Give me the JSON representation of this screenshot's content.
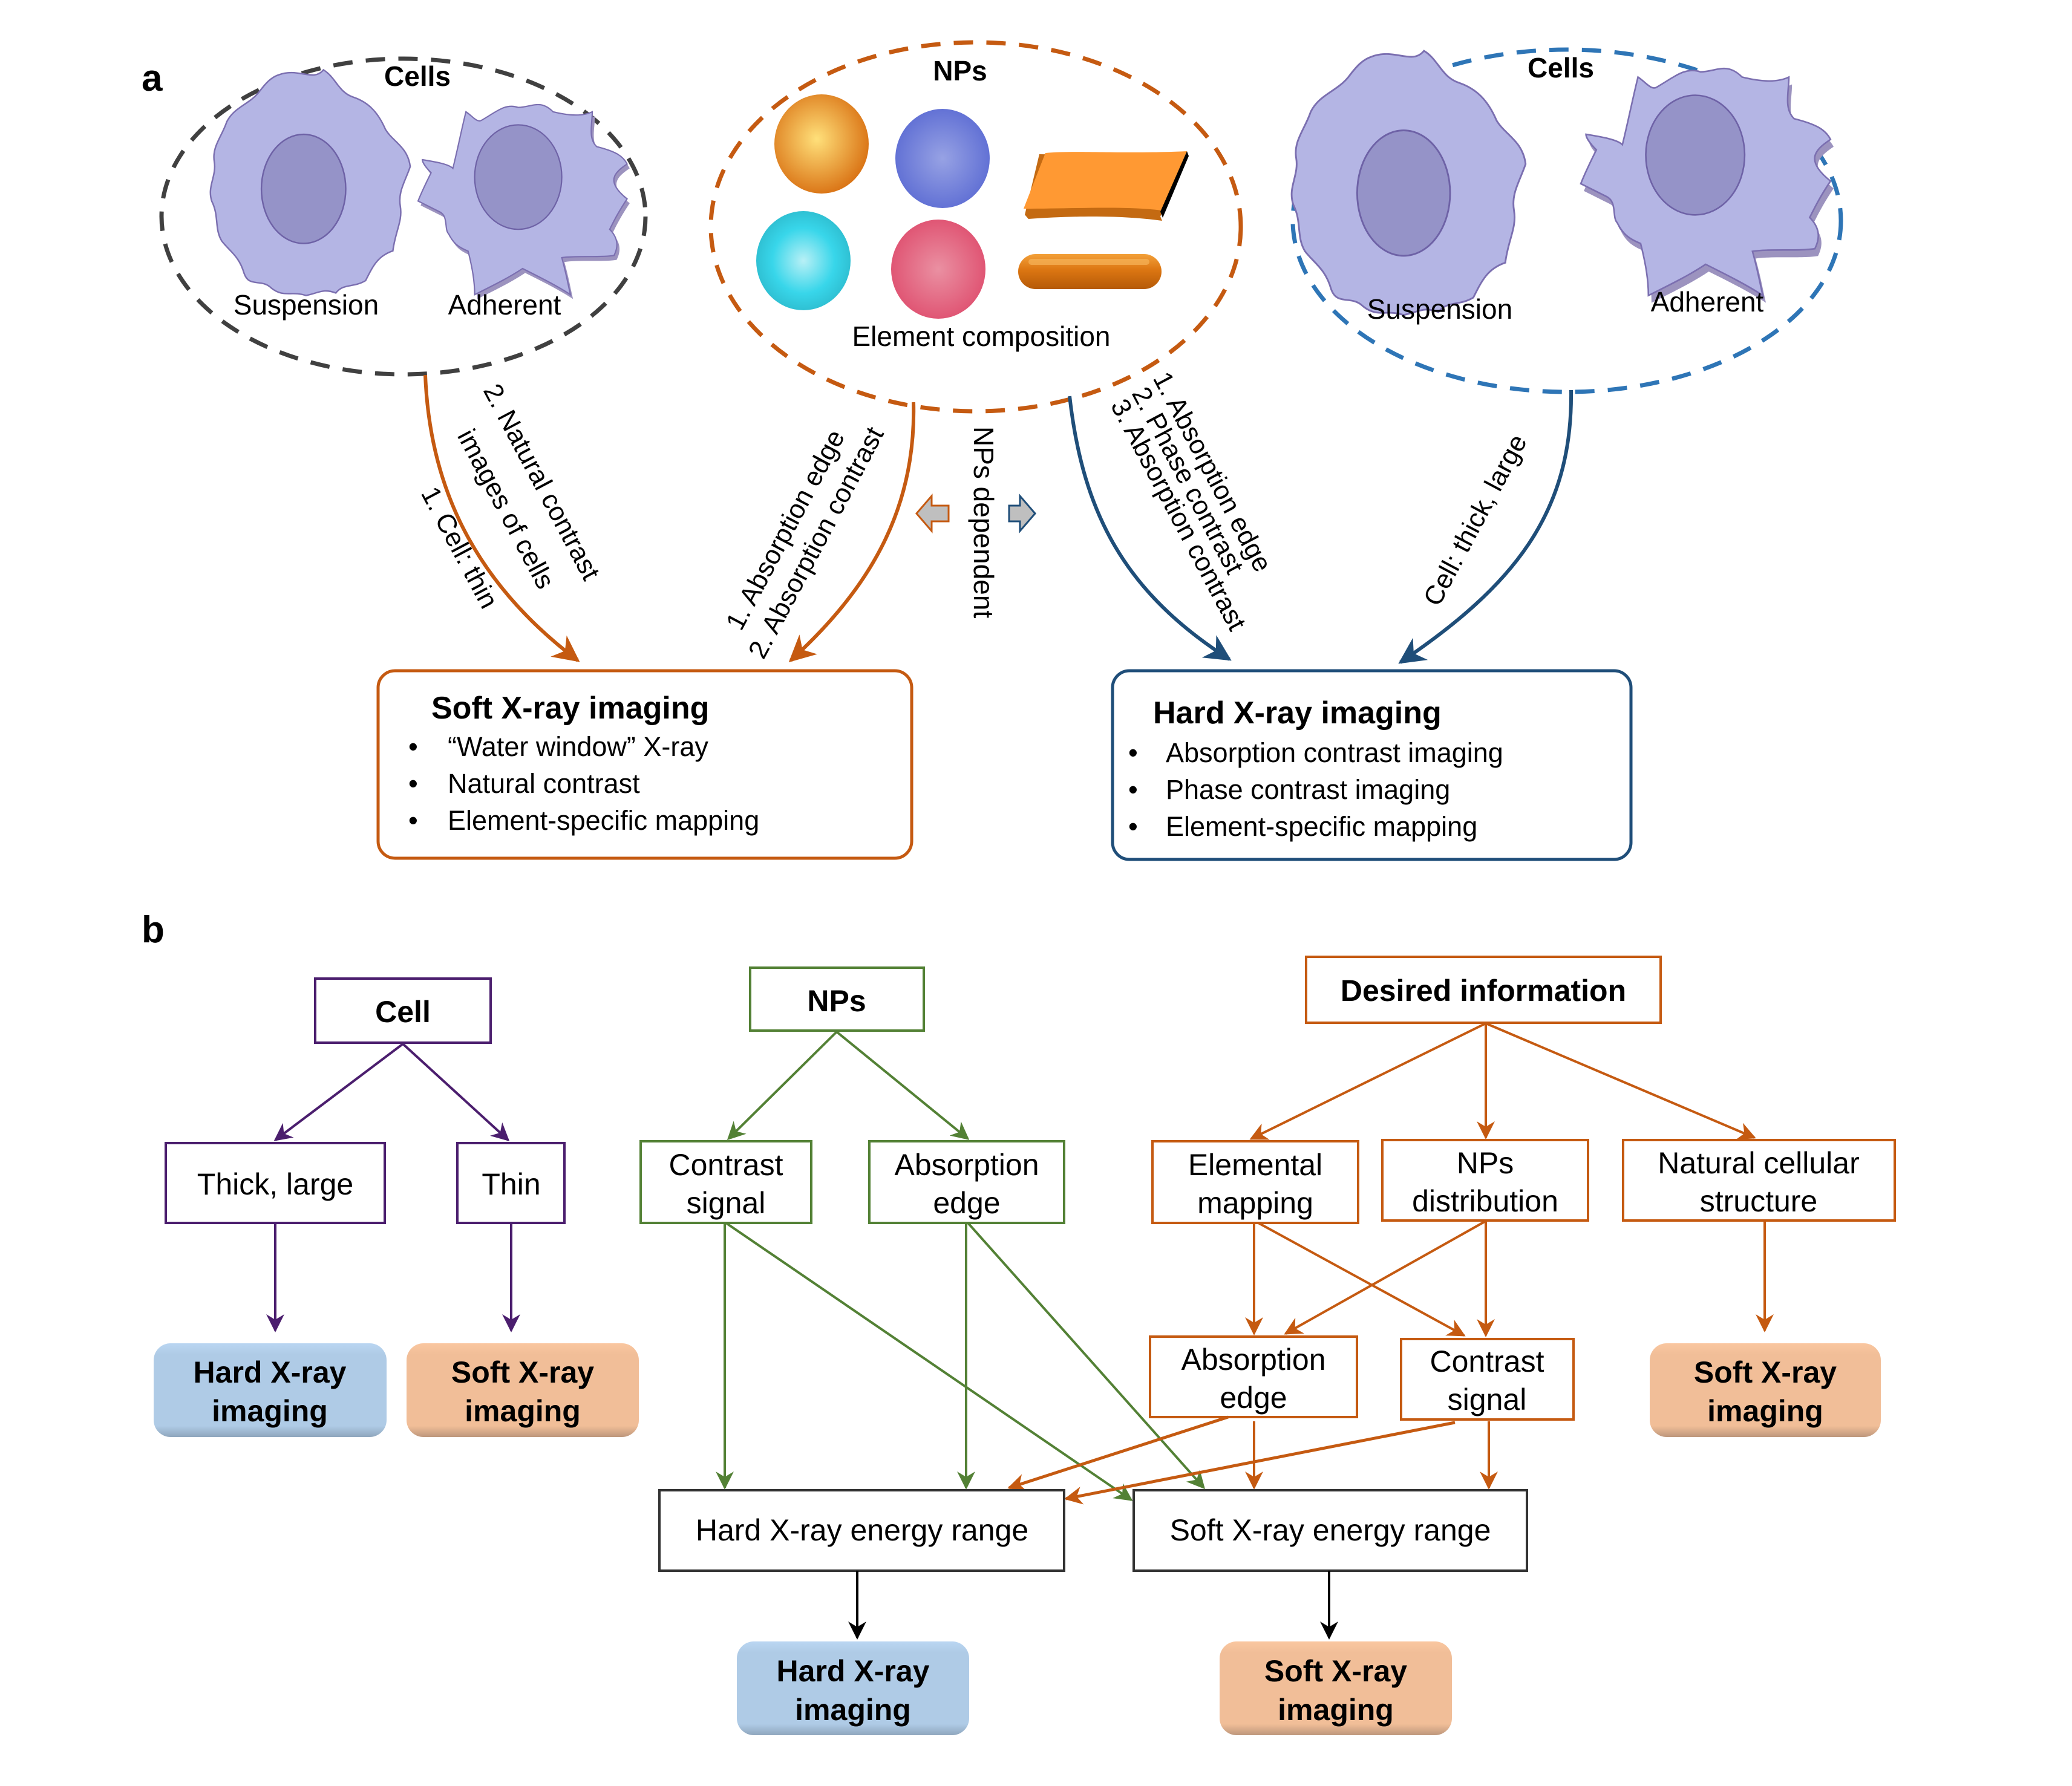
{
  "figure": {
    "panel_a": {
      "label": "a",
      "left_cells": {
        "title": "Cells",
        "cell_types": [
          "Suspension",
          "Adherent"
        ],
        "border_color": "#404040"
      },
      "nps": {
        "title": "NPs",
        "caption": "Element composition",
        "border_color": "#C55A11",
        "particles": [
          "orange-sphere",
          "blue-sphere",
          "orange-nanosheet",
          "cyan-sphere",
          "pink-sphere",
          "orange-nanorod"
        ]
      },
      "right_cells": {
        "title": "Cells",
        "cell_types": [
          "Suspension",
          "Adherent"
        ],
        "border_color": "#2E75B6"
      },
      "arrows": {
        "cell_thin_label": "1. Cell: thin",
        "natural_contrast_label_1": "2. Natural contrast",
        "natural_contrast_label_2": "images of cells",
        "np_soft_label_1": "1. Absorption edge",
        "np_soft_label_2": "2. Absorption contrast",
        "nps_dependent_label": "NPs dependent",
        "np_hard_label_1": "1. Absorption edge",
        "np_hard_label_2": "2. Phase contrast",
        "np_hard_label_3": "3. Absorption contrast",
        "cell_thick_label": "Cell: thick, large"
      },
      "soft_box": {
        "title": "Soft X-ray imaging",
        "bullets": [
          "“Water window” X-ray",
          "Natural contrast",
          "Element-specific mapping"
        ],
        "border_color": "#C55A11"
      },
      "hard_box": {
        "title": "Hard X-ray imaging",
        "bullets": [
          "Absorption contrast imaging",
          "Phase contrast imaging",
          "Element-specific mapping"
        ],
        "border_color": "#1F4E79"
      }
    },
    "panel_b": {
      "label": "b",
      "cell_tree": {
        "root": "Cell",
        "children": [
          "Thick, large",
          "Thin"
        ],
        "outcomes": [
          "Hard X-ray imaging",
          "Soft X-ray imaging"
        ],
        "color": "#4B1E6E"
      },
      "nps_tree": {
        "root": "NPs",
        "children": [
          "Contrast signal",
          "Absorption edge"
        ],
        "color": "#538135"
      },
      "info_tree": {
        "root": "Desired information",
        "children": [
          "Elemental mapping",
          "NPs distribution",
          "Natural cellular structure"
        ],
        "second_level": [
          "Absorption edge",
          "Contrast signal"
        ],
        "outcome": "Soft X-ray imaging",
        "color": "#C55A11"
      },
      "energy_ranges": [
        "Hard X-ray energy range",
        "Soft X-ray energy range"
      ],
      "final_outcomes": [
        "Hard X-ray imaging",
        "Soft X-ray imaging"
      ],
      "pill_colors": {
        "hard": "#B0CCE6",
        "soft": "#F1BE98"
      }
    }
  }
}
